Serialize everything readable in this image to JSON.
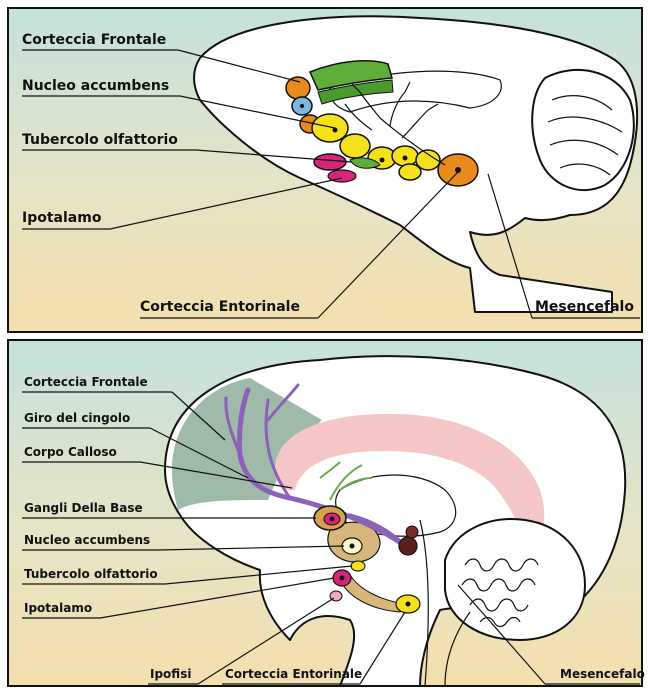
{
  "top_panel": {
    "labels": {
      "frontal_cortex": "Corteccia Frontale",
      "nucleus_accumbens": "Nucleo  accumbens",
      "olfactory_tubercle": "Tubercolo olfattorio",
      "hypothalamus": "Ipotalamo",
      "entorhinal_cortex": "Corteccia Entorinale",
      "midbrain": "Mesencefalo"
    }
  },
  "bottom_panel": {
    "labels": {
      "frontal_cortex": "Corteccia Frontale",
      "cingulate_gyrus": "Giro del cingolo",
      "corpus_callosum": "Corpo Calloso",
      "basal_ganglia": "Gangli Della Base",
      "nucleus_accumbens": "Nucleo accumbens",
      "olfactory_tubercle": "Tubercolo olfattorio",
      "hypothalamus": "Ipotalamo",
      "pituitary": "Ipofisi",
      "entorhinal_cortex": "Corteccia Entorinale",
      "midbrain": "Mesencefalo"
    }
  },
  "colors": {
    "bg_top": "#c6e3dc",
    "bg_bottom": "#f3e0b0",
    "green": "#5fae3a",
    "orange": "#e98a1c",
    "yellow": "#f5e11a",
    "blue": "#7fb6df",
    "magenta": "#d8247a",
    "purple": "#8a62b8",
    "pink": "#f4c6c8",
    "frontal_shade": "#8fae9a",
    "tan": "#d7b67c"
  }
}
